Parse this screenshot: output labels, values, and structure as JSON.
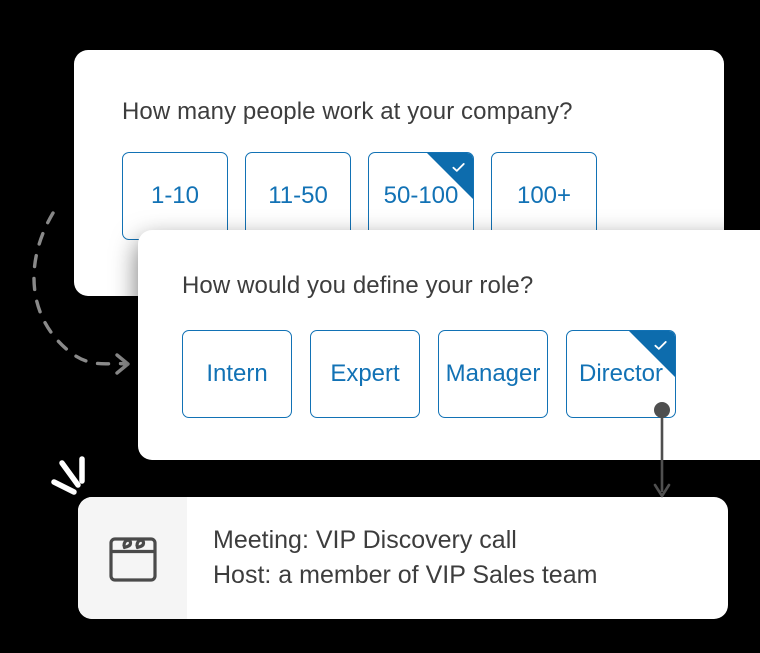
{
  "colors": {
    "background": "#000000",
    "card_surface": "#ffffff",
    "accent_blue": "#1272b5",
    "selected_flag": "#0d6cad",
    "text_dark": "#3d3d3d",
    "icon_panel": "#f5f5f5",
    "connector_gray": "#5a5a5a",
    "dashed_arrow_gray": "#8a8a8a"
  },
  "company_card": {
    "question": "How many people work at your company?",
    "options": [
      {
        "label": "1-10",
        "selected": false
      },
      {
        "label": "11-50",
        "selected": false
      },
      {
        "label": "50-100",
        "selected": true
      },
      {
        "label": "100+",
        "selected": false
      }
    ]
  },
  "role_card": {
    "question": "How would you define your role?",
    "options": [
      {
        "label": "Intern",
        "selected": false
      },
      {
        "label": "Expert",
        "selected": false
      },
      {
        "label": "Manager",
        "selected": false
      },
      {
        "label": "Director",
        "selected": true
      }
    ]
  },
  "meeting_card": {
    "icon": "calendar-icon",
    "lines": [
      "Meeting: VIP Discovery call",
      "Host: a member of VIP Sales team"
    ]
  },
  "decorations": {
    "dashed_arrow": "curved-dashed-arrow-icon",
    "sparkle": "sparkle-icon",
    "connector": "connector-line-with-dot-and-arrow-icon",
    "selected_check": "check-icon"
  }
}
